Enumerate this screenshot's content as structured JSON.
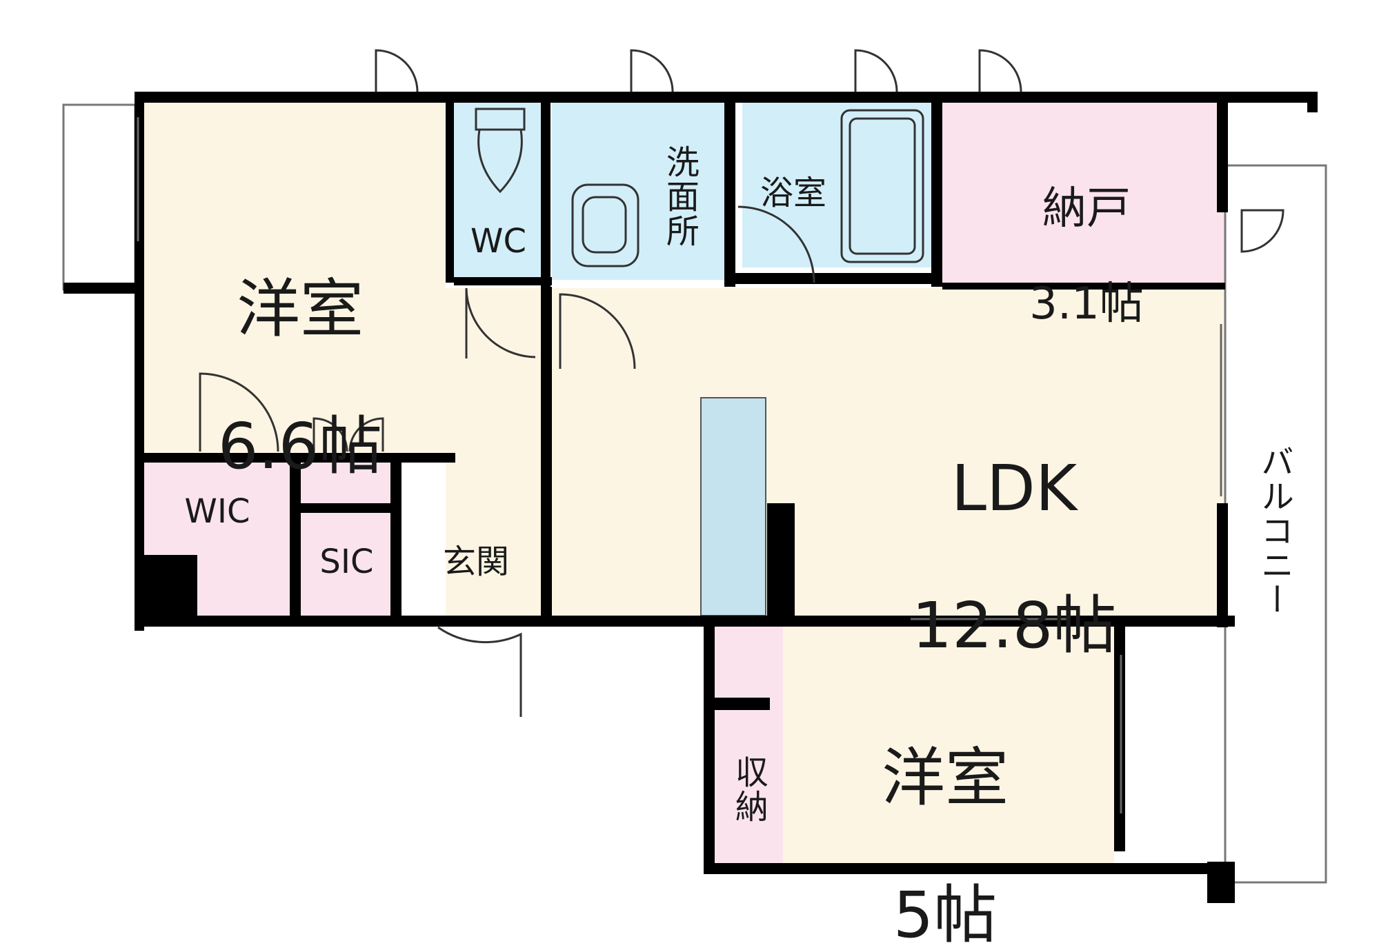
{
  "floorplan": {
    "rooms": {
      "western_room_1": {
        "name": "洋室",
        "size": "6.6帖"
      },
      "wc": {
        "name": "WC"
      },
      "washroom": {
        "name": "洗面所"
      },
      "bathroom": {
        "name": "浴室"
      },
      "storeroom": {
        "name": "納戸",
        "size": "3.1帖"
      },
      "ldk": {
        "name": "LDK",
        "size": "12.8帖"
      },
      "wic": {
        "name": "WIC"
      },
      "sic": {
        "name": "SIC"
      },
      "entrance": {
        "name": "玄関"
      },
      "western_room_2": {
        "name": "洋室",
        "size": "5帖"
      },
      "storage": {
        "name": "収納"
      },
      "balcony": {
        "name": "バルコニー"
      }
    },
    "colors": {
      "wall": "#000000",
      "living_floor": "#fdf5e4",
      "wet_area": "#d2eef9",
      "storage_floor": "#fbe3ee",
      "fixture_line": "#333333"
    }
  }
}
